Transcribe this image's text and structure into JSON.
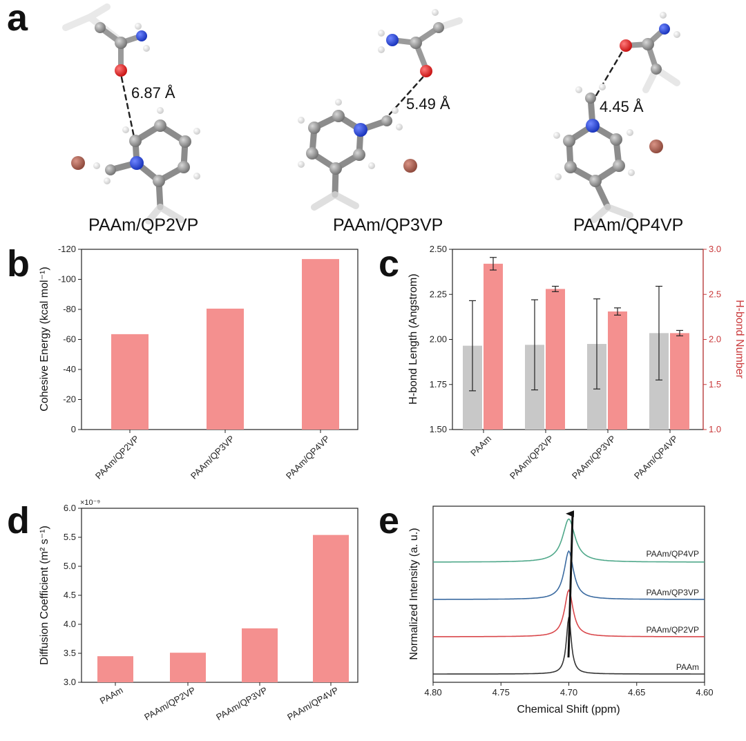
{
  "panels": {
    "a": {
      "letter": "a",
      "structures": [
        {
          "label": "PAAm/QP2VP",
          "distance": "6.87 Å"
        },
        {
          "label": "PAAm/QP3VP",
          "distance": "5.49 Å"
        },
        {
          "label": "PAAm/QP4VP",
          "distance": "4.45 Å"
        }
      ],
      "atom_colors": {
        "carbon": "#8a8a8a",
        "nitrogen": "#1f3fd0",
        "oxygen": "#e01818",
        "hydrogen": "#f2f2f2",
        "counterion": "#a85a4e"
      }
    },
    "b": {
      "letter": "b"
    },
    "c": {
      "letter": "c"
    },
    "d": {
      "letter": "d"
    },
    "e": {
      "letter": "e"
    }
  },
  "colors": {
    "bar_red": "#f4908f",
    "bar_gray": "#c8c8c8",
    "axis_red": "#c9383a",
    "trace_black": "#333333",
    "trace_red": "#d9474b",
    "trace_blue": "#3a6aa0",
    "trace_green": "#4fa88a"
  },
  "chart_data": [
    {
      "id": "b",
      "type": "bar",
      "categories": [
        "PAAm/QP2VP",
        "PAAm/QP3VP",
        "PAAm/QP4VP"
      ],
      "values": [
        -63.5,
        -80.5,
        -113.5
      ],
      "ylabel": "Cohesive Energy (kcal mol⁻¹)",
      "ylim": [
        0,
        -120
      ],
      "yticks": [
        "0",
        "-20",
        "-40",
        "-60",
        "-80",
        "-100",
        "-120"
      ]
    },
    {
      "id": "c",
      "type": "bar",
      "categories": [
        "PAAm",
        "PAAm/QP2VP",
        "PAAm/QP3VP",
        "PAAm/QP4VP"
      ],
      "series": [
        {
          "axis": "left",
          "values": [
            1.965,
            1.97,
            1.975,
            2.035
          ],
          "errors": [
            0.25,
            0.25,
            0.25,
            0.26
          ]
        },
        {
          "axis": "right",
          "values": [
            2.84,
            2.56,
            2.31,
            2.07
          ],
          "errors": [
            0.07,
            0.03,
            0.04,
            0.03
          ]
        }
      ],
      "ylabel": "H-bond Length (Angstrom)",
      "ylabel_right": "H-bond Number",
      "ylim": [
        1.5,
        2.5
      ],
      "ylim_right": [
        1.0,
        3.0
      ],
      "yticks": [
        "1.50",
        "1.75",
        "2.00",
        "2.25",
        "2.50"
      ],
      "yticks_right": [
        "1.0",
        "1.5",
        "2.0",
        "2.5",
        "3.0"
      ]
    },
    {
      "id": "d",
      "type": "bar",
      "categories": [
        "PAAm",
        "PAAm/QP2VP",
        "PAAm/QP3VP",
        "PAAm/QP4VP"
      ],
      "values": [
        3.45,
        3.51,
        3.93,
        5.54
      ],
      "ylabel": "Diffusion Coefficient (m² s⁻¹)",
      "yexponent": "×10⁻⁹",
      "ylim": [
        3.0,
        6.0
      ],
      "yticks": [
        "3.0",
        "3.5",
        "4.0",
        "4.5",
        "5.0",
        "5.5",
        "6.0"
      ]
    },
    {
      "id": "e",
      "type": "line",
      "xlabel": "Chemical Shift (ppm)",
      "ylabel": "Normalized Intensity (a. u.)",
      "xlim": [
        4.8,
        4.6
      ],
      "xticks": [
        "4.80",
        "4.75",
        "4.70",
        "4.65",
        "4.60"
      ],
      "series": [
        {
          "name": "PAAm",
          "peak": 4.7,
          "width": 0.0022,
          "offset": 0.0,
          "height": 1.65
        },
        {
          "name": "PAAm/QP2VP",
          "peak": 4.7,
          "width": 0.0038,
          "offset": 1.0,
          "height": 1.35
        },
        {
          "name": "PAAm/QP3VP",
          "peak": 4.7,
          "width": 0.0042,
          "offset": 2.0,
          "height": 1.4
        },
        {
          "name": "PAAm/QP4VP",
          "peak": 4.7,
          "width": 0.0055,
          "offset": 3.0,
          "height": 1.25
        }
      ]
    }
  ]
}
